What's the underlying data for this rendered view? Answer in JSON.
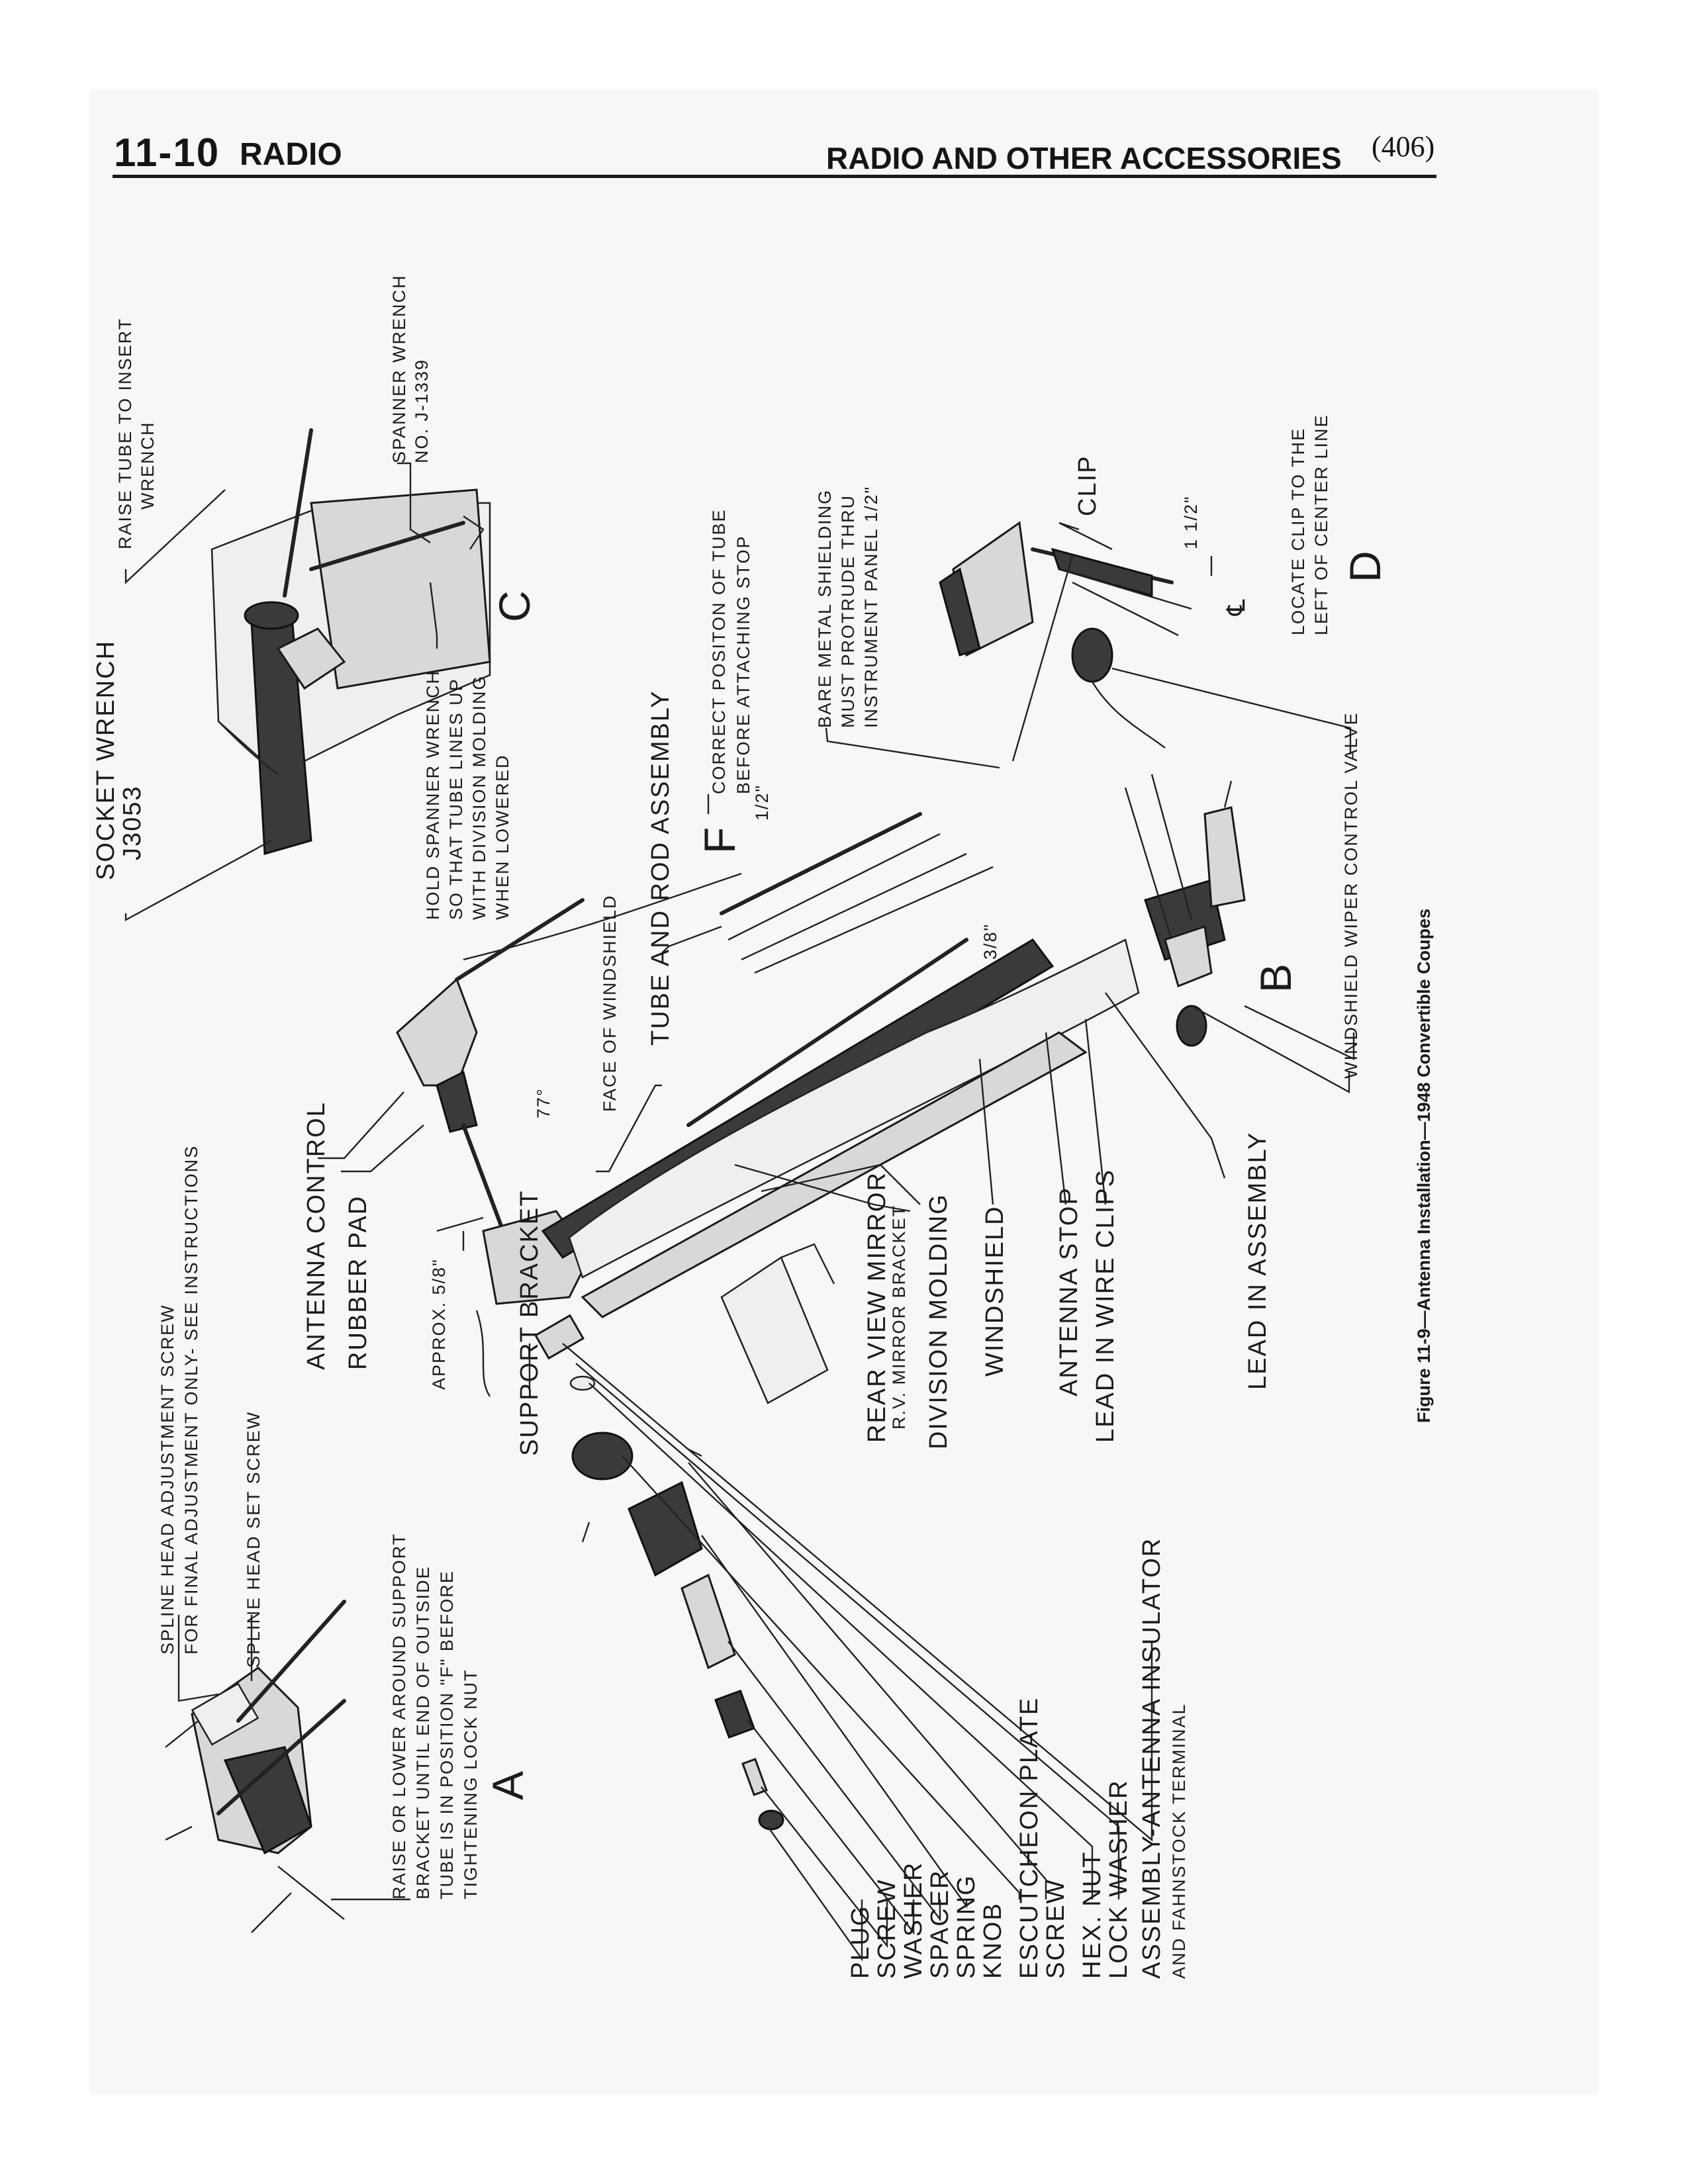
{
  "header": {
    "section_number": "11-10",
    "section_title": "RADIO",
    "chapter_title": "RADIO AND OTHER ACCESSORIES",
    "page_number": "(406)"
  },
  "figure": {
    "caption": "Figure 11-9—Antenna Installation—1948 Convertible Coupes",
    "panels": {
      "a": "A",
      "b": "B",
      "c": "C",
      "d": "D"
    },
    "panel_a_labels": {
      "spline_head_adjustment_screw_1": "SPLINE HEAD ADJUSTMENT SCREW",
      "spline_head_adjustment_screw_2": "FOR FINAL ADJUSTMENT ONLY- SEE INSTRUCTIONS",
      "spline_head_set_screw": "SPLINE HEAD SET SCREW",
      "raise_lower_1": "RAISE OR LOWER AROUND SUPPORT",
      "raise_lower_2": "BRACKET UNTIL END OF OUTSIDE",
      "raise_lower_3": "TUBE IS IN POSITION \"F\" BEFORE",
      "raise_lower_4": "TIGHTENING LOCK NUT"
    },
    "parts_list": [
      "PLUG",
      "SCREW",
      "WASHER",
      "SPACER",
      "SPRING",
      "KNOB",
      "ESCUTCHEON PLATE",
      "SCREW",
      "HEX. NUT",
      "LOCK WASHER"
    ],
    "assembly_label_1": "ASSEMBLY-ANTENNA INSULATOR",
    "assembly_label_2": "AND FAHNSTOCK TERMINAL",
    "center_labels": {
      "support_bracket": "SUPPORT BRACKET",
      "approx": "APPROX. 5/8\"",
      "rubber_pad": "RUBBER PAD",
      "antenna_control": "ANTENNA CONTROL",
      "angle": "77°",
      "face_of_windshield": "FACE OF WINDSHIELD",
      "tube_and_rod_assembly": "TUBE AND ROD ASSEMBLY",
      "rear_view_mirror": "REAR VIEW MIRROR",
      "rv_mirror_bracket": "R.V. MIRROR BRACKET",
      "division_molding": "DIVISION MOLDING",
      "windshield": "WINDSHIELD",
      "antenna_stop": "ANTENNA STOP",
      "lead_in_wire_clips": "LEAD IN WIRE CLIPS",
      "lead_in_assembly": "LEAD IN ASSEMBLY",
      "dim_three_eighths": "3/8\"",
      "dim_f": "F",
      "dim_half": "1/2\""
    },
    "panel_c_labels": {
      "socket_wrench": "SOCKET WRENCH",
      "socket_wrench_no": "J3053",
      "raise_tube_1": "RAISE TUBE TO INSERT",
      "raise_tube_2": "WRENCH",
      "spanner_wrench_1": "SPANNER WRENCH",
      "spanner_wrench_2": "NO. J-1339",
      "hold_spanner_1": "HOLD SPANNER WRENCH",
      "hold_spanner_2": "SO THAT TUBE LINES UP",
      "hold_spanner_3": "WITH DIVISION MOLDING",
      "hold_spanner_4": "WHEN LOWERED"
    },
    "correct_position_1": "CORRECT POSITON OF TUBE",
    "correct_position_2": "BEFORE ATTACHING STOP",
    "bare_metal_1": "BARE METAL SHIELDING",
    "bare_metal_2": "MUST PROTRUDE THRU",
    "bare_metal_3": "INSTRUMENT PANEL 1/2\"",
    "panel_d_labels": {
      "clip": "CLIP",
      "dim": "1 1/2\"",
      "centerline": "℄",
      "locate_1": "LOCATE CLIP TO THE",
      "locate_2": "LEFT OF CENTER LINE"
    },
    "windshield_wiper_valve": "WINDSHIELD WIPER CONTROL VALVE"
  }
}
